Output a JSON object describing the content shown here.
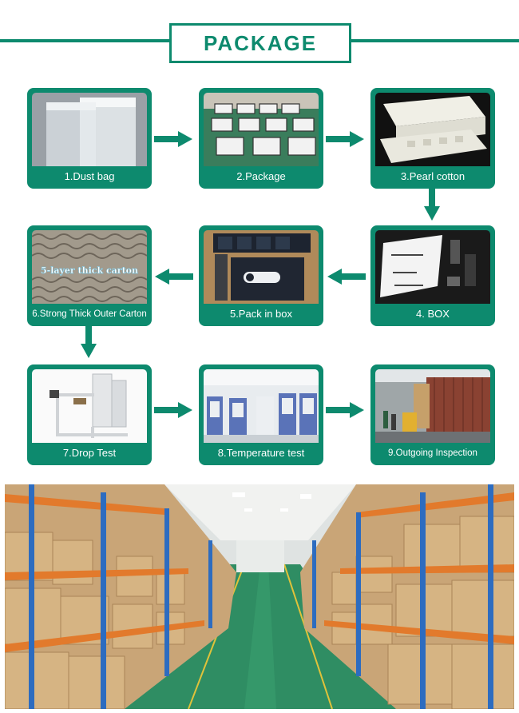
{
  "header": {
    "title": "PACKAGE"
  },
  "steps": [
    {
      "label": "1.Dust bag"
    },
    {
      "label": "2.Package"
    },
    {
      "label": "3.Pearl cotton"
    },
    {
      "label": "4. BOX"
    },
    {
      "label": "5.Pack in box"
    },
    {
      "label": "6.Strong Thick Outer Carton",
      "photo_text": "5-layer thick carton"
    },
    {
      "label": "7.Drop Test"
    },
    {
      "label": "8.Temperature test"
    },
    {
      "label": "9.Outgoing Inspection"
    }
  ],
  "colors": {
    "accent": "#0d8a6e"
  }
}
